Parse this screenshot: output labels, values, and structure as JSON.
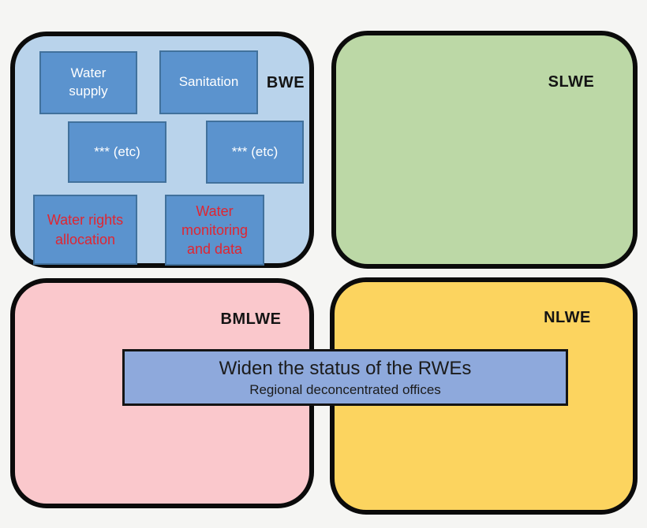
{
  "quadrants": {
    "bwe": {
      "label": "BWE",
      "fill": "#b9d3eb",
      "boxes": [
        {
          "label": "Water supply"
        },
        {
          "label": "Sanitation"
        },
        {
          "label": "*** (etc)"
        },
        {
          "label": "*** (etc)"
        },
        {
          "label": "Water rights allocation"
        },
        {
          "label": "Water monitoring and data"
        }
      ]
    },
    "slwe": {
      "label": "SLWE",
      "fill": "#bcd8a6"
    },
    "bmlwe": {
      "label": "BMLWE",
      "fill": "#fac8cc"
    },
    "nlwe": {
      "label": "NLWE",
      "fill": "#fcd45f"
    }
  },
  "banner": {
    "title": "Widen the status of the RWEs",
    "subtitle": "Regional deconcentrated offices",
    "fill": "#8ea9dc"
  },
  "colors": {
    "inner_box_fill": "#5b93ce",
    "inner_box_border": "#41719c",
    "red_text": "#e02531",
    "white_text": "#ffffff",
    "quadrant_outline": "#0b0b0b",
    "page_background": "#f5f5f3"
  }
}
